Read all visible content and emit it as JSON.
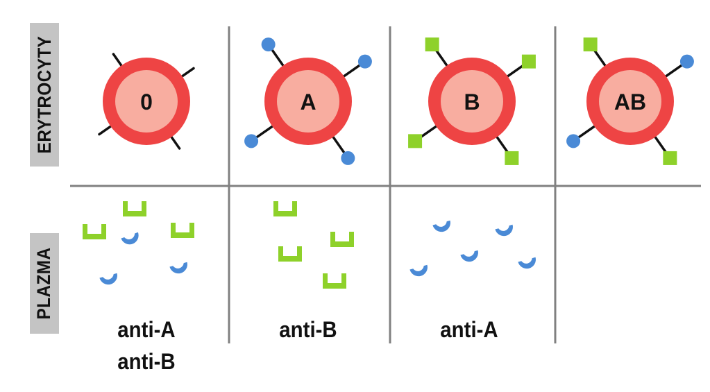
{
  "row_labels": {
    "top": "ERYTROCYTY",
    "bottom": "PLAZMA"
  },
  "colors": {
    "cell_ring": "#ee4444",
    "cell_core": "#f8ada0",
    "antigen_a": "#4a8ad6",
    "antigen_b": "#8ed12a",
    "grid": "#808080",
    "label_bg": "#c4c4c4",
    "text": "#111111"
  },
  "columns": [
    {
      "blood_group": "0",
      "antigens": [
        "none",
        "none",
        "none",
        "none"
      ],
      "antibodies": [
        "anti-A",
        "anti-B"
      ]
    },
    {
      "blood_group": "A",
      "antigens": [
        "A",
        "A",
        "A",
        "A"
      ],
      "antibodies": [
        "anti-B"
      ]
    },
    {
      "blood_group": "B",
      "antigens": [
        "B",
        "B",
        "B",
        "B"
      ],
      "antibodies": [
        "anti-A"
      ]
    },
    {
      "blood_group": "AB",
      "antigens": [
        "B",
        "A",
        "A",
        "B"
      ],
      "antibodies": []
    }
  ]
}
